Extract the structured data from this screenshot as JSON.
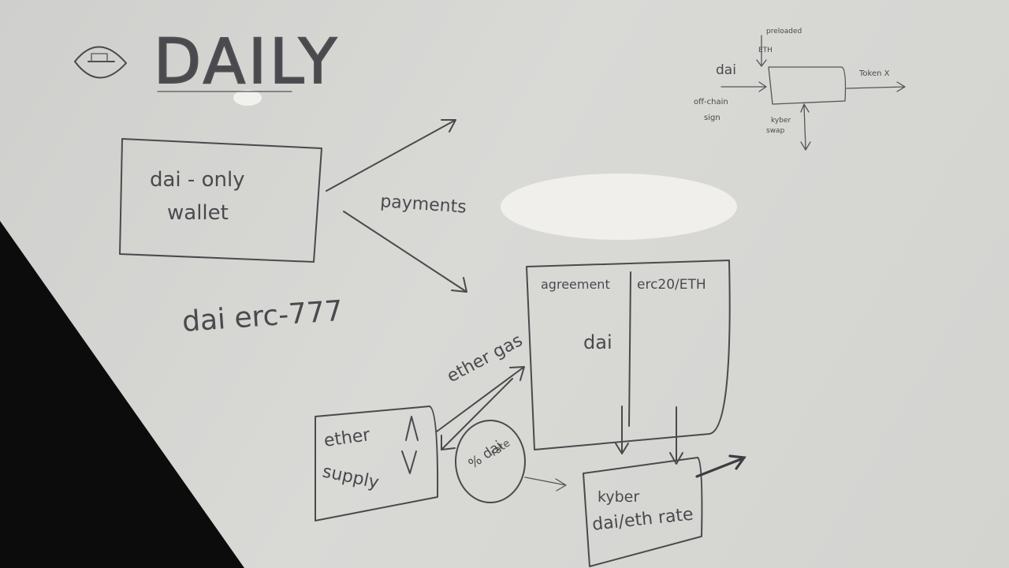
{
  "board": {
    "title": "DAILY",
    "wallet_box": {
      "line1": "dai - only",
      "line2": "wallet"
    },
    "payments_label": "payments",
    "erc_label": "dai erc-777",
    "agreement_box": {
      "left_header": "agreement",
      "right_header": "erc20/ETH",
      "left_body": "dai"
    },
    "ether_gas_label": "ether gas",
    "supply_box": {
      "line1": "ether",
      "line2": "supply"
    },
    "circle": {
      "line1": "% dai",
      "line2": "rate"
    },
    "kyber_box": {
      "line1": "kyber",
      "line2": "dai/eth rate"
    },
    "corner_diagram": {
      "input_label": "dai",
      "top_label_1": "preloaded",
      "top_label_2": "ETH",
      "left_label_1": "off-chain",
      "left_label_2": "sign",
      "bottom_label_1": "kyber",
      "bottom_label_2": "swap",
      "output_label": "Token X"
    }
  }
}
